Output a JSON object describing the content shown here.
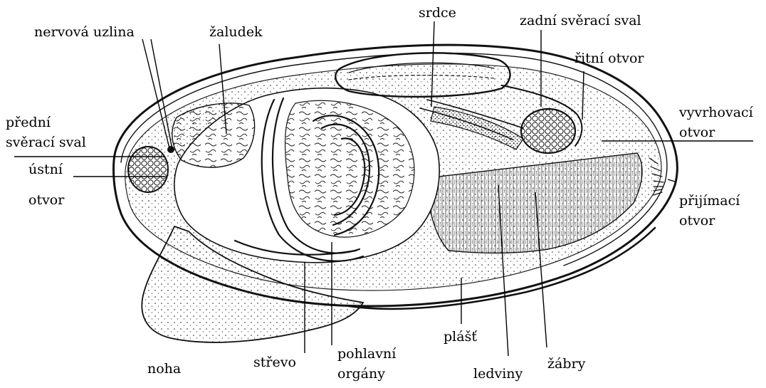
{
  "labels": {
    "nervova_uzlina": "nervová uzlina",
    "zaludek": "žaludek",
    "srdce": "srdce",
    "zadni_sverac": "zadní svěrací sval",
    "ritni_otvor": "řitní otvor",
    "predni_sverac_1": "přední",
    "predni_sverac_2": "svěrací sval",
    "vyvrhovaci_1": "vyvrhovací",
    "vyvrhovaci_2": "otvor",
    "ustni_1": "ústní",
    "ustni_2": "otvor",
    "prijimaci_1": "přijímací",
    "prijimaci_2": "otvor",
    "noha": "noha",
    "strevo": "střevo",
    "pohlavni_1": "pohlavní",
    "pohlavni_2": "orgány",
    "plast": "plášť",
    "ledviny": "ledviny",
    "zabry": "žábry"
  },
  "colors": {
    "ink": "#111111",
    "background": "#ffffff"
  }
}
